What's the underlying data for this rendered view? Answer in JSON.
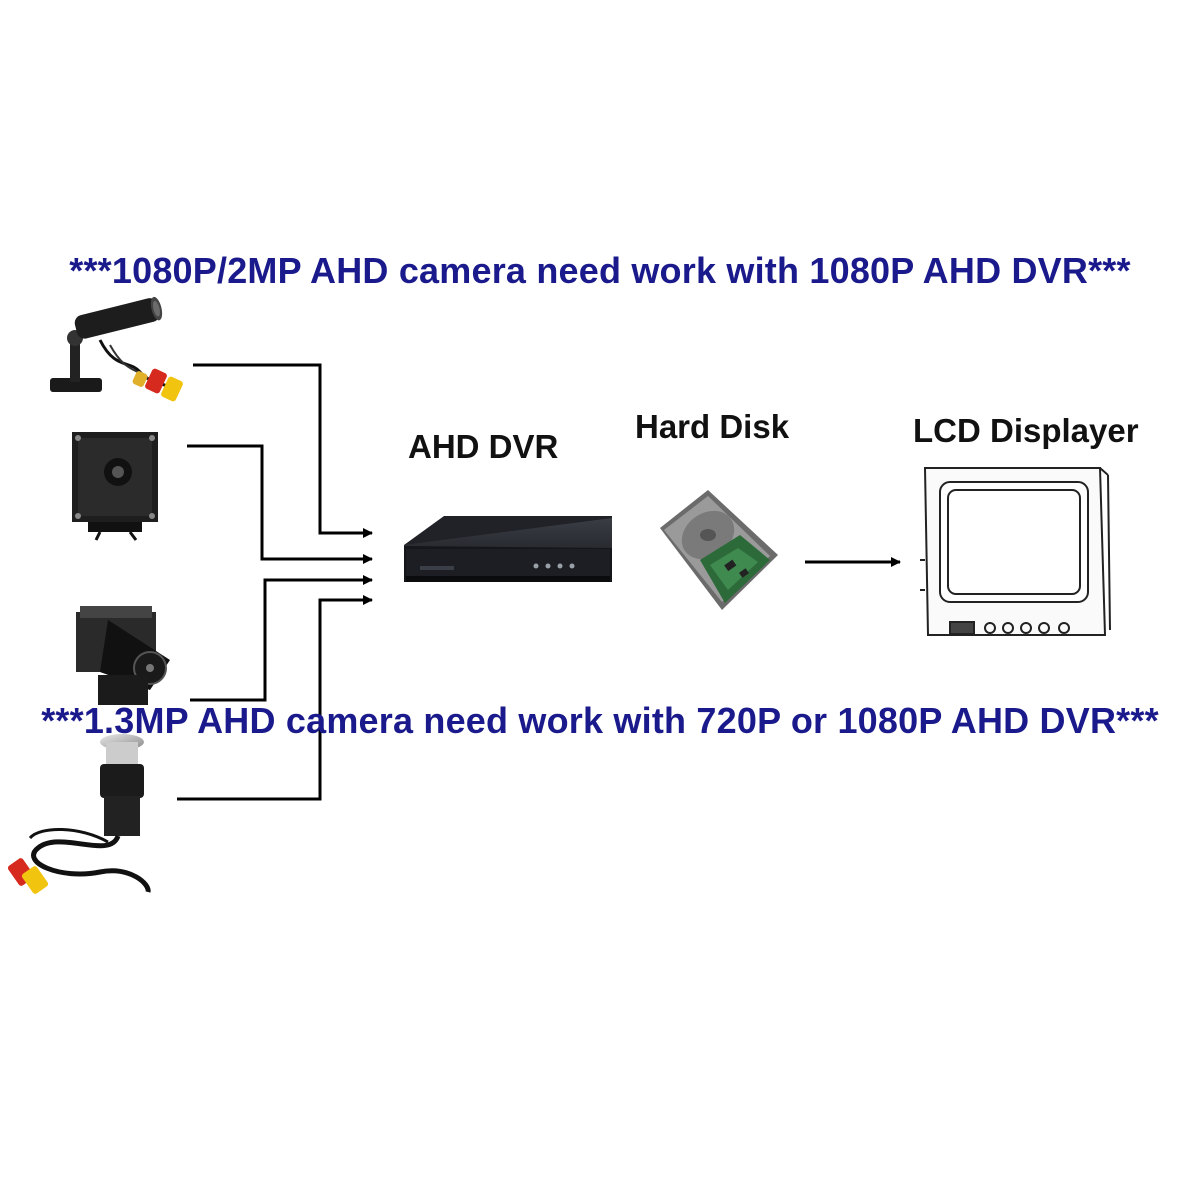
{
  "notes": {
    "top": "***1080P/2MP AHD camera need work with 1080P AHD DVR***",
    "bottom": "***1.3MP AHD camera need work with 720P or 1080P AHD DVR***",
    "color": "#1a1a8c"
  },
  "devices": {
    "dvr_label": "AHD DVR",
    "hdd_label": "Hard Disk",
    "lcd_label": "LCD Displayer"
  },
  "icons": {
    "camera_1": "bullet-camera-icon",
    "camera_2": "square-mini-camera-icon",
    "camera_3": "pinhole-mini-camera-icon",
    "camera_4": "pinhole-lens-camera-icon",
    "dvr": "dvr-recorder-icon",
    "hdd": "hard-disk-icon",
    "lcd": "lcd-monitor-icon"
  }
}
